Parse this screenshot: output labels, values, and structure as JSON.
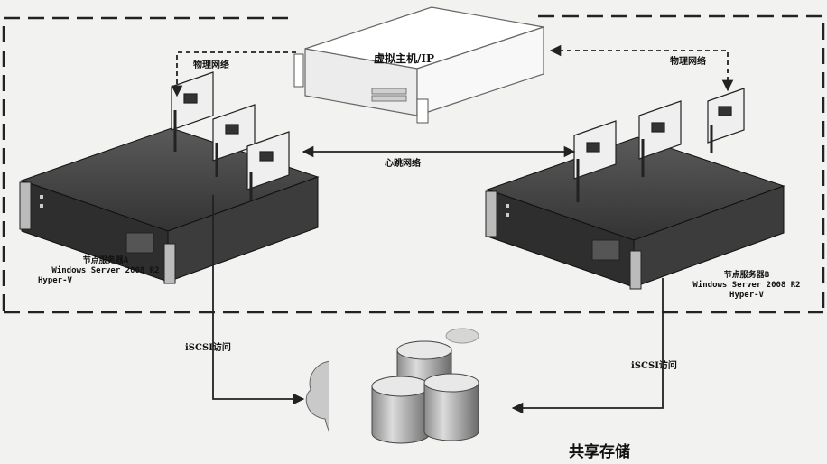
{
  "labels": {
    "virtual_host": "虚拟主机/IP",
    "physical_network_left": "物理网络",
    "physical_network_right": "物理网络",
    "heartbeat": "心跳网络",
    "iscsi_left": "iSCSI访问",
    "iscsi_right": "iSCSI访问",
    "shared_storage": "共享存储"
  },
  "node_a": {
    "name": "节点服务器A",
    "os": "Windows Server  2008 R2",
    "role": "Hyper-V"
  },
  "node_b": {
    "name": "节点服务器B",
    "os": "Windows Server  2008 R2",
    "role": "Hyper-V"
  },
  "colors": {
    "line": "#222222",
    "server_dark": "#2a2a2a",
    "server_top": "#4a4a4a",
    "virtual_host_fill": "#ffffff"
  }
}
